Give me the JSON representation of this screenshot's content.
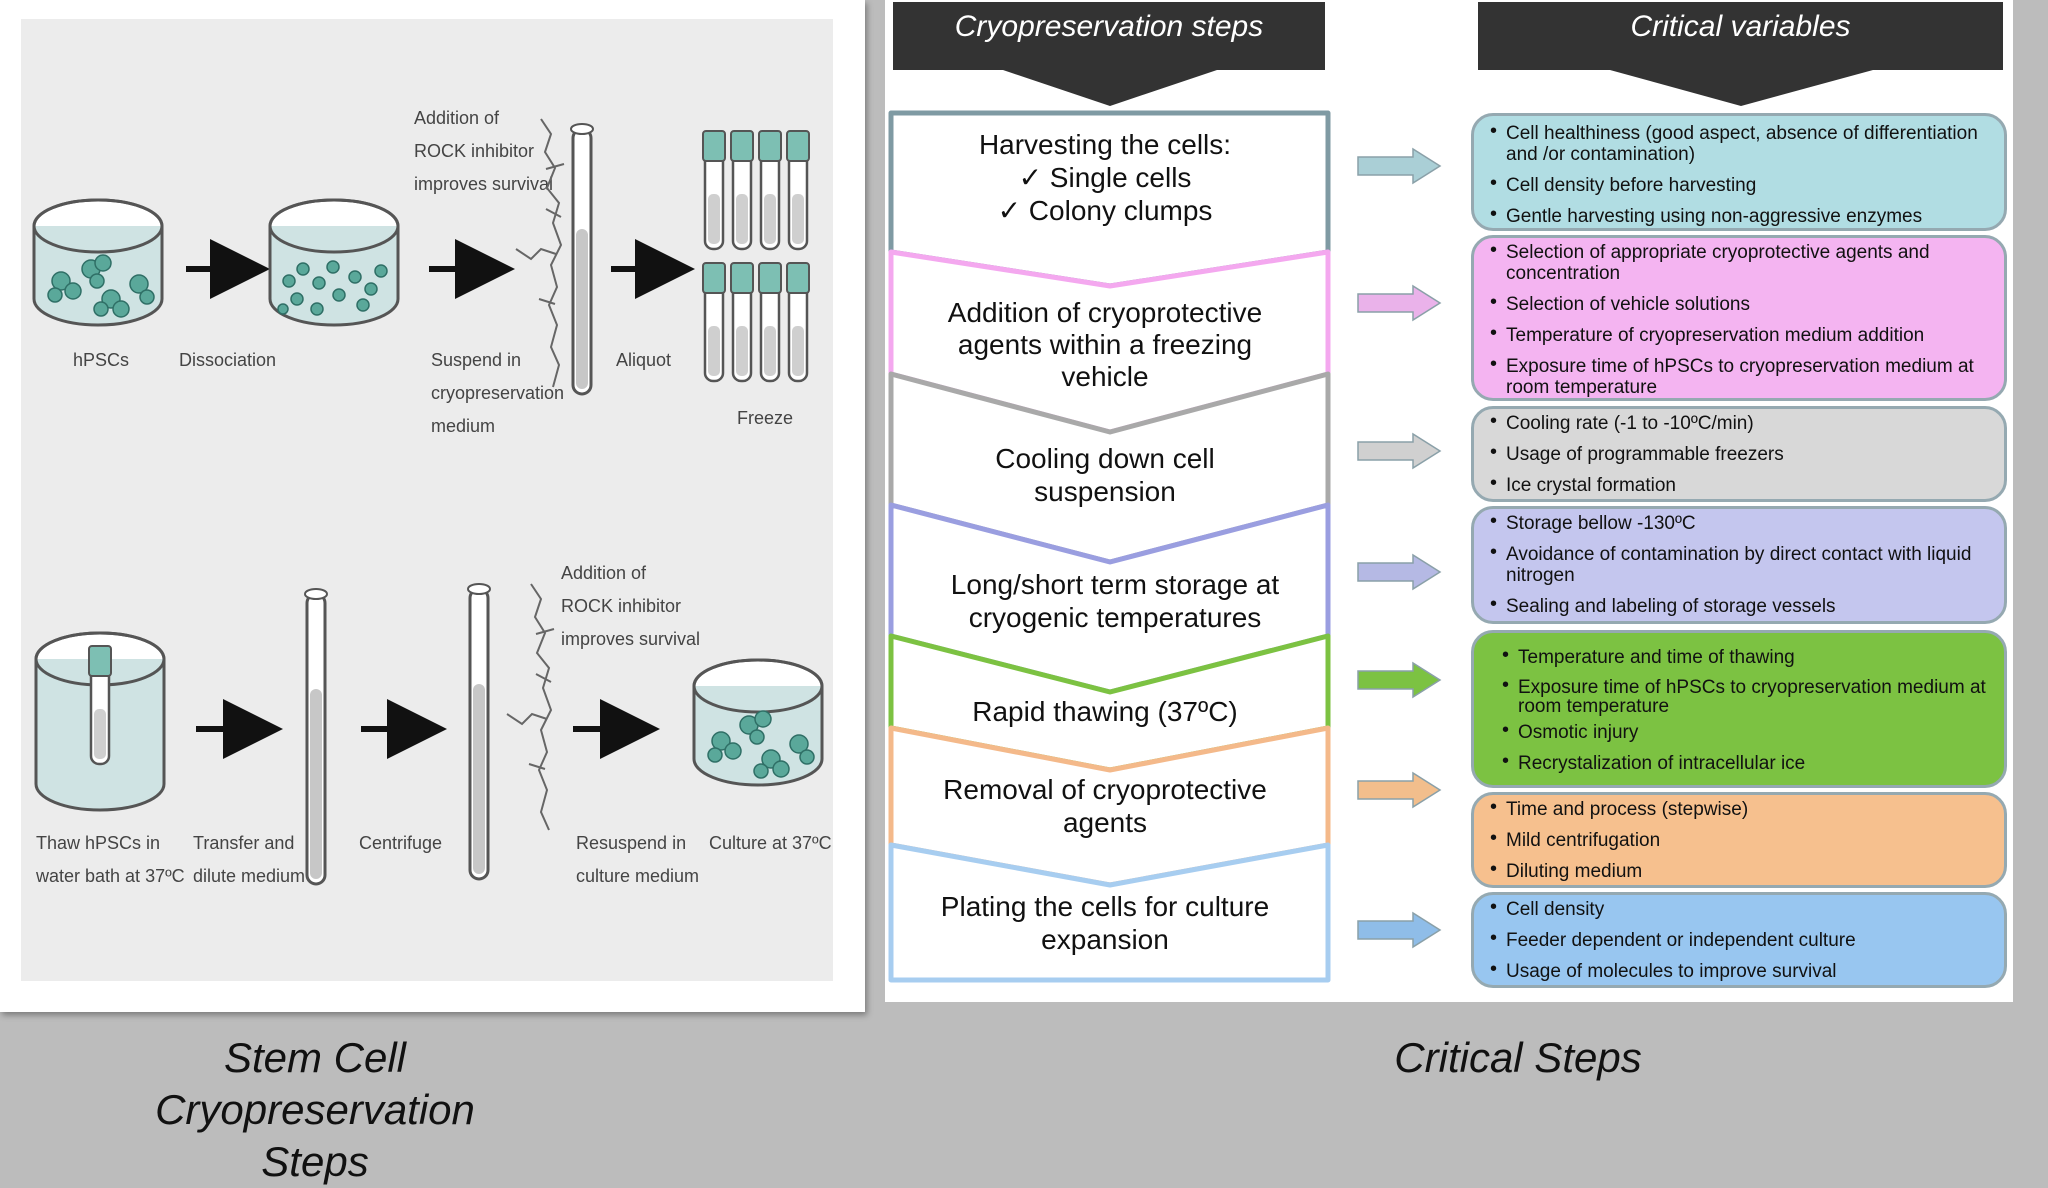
{
  "left_figure": {
    "top_row": {
      "labels": {
        "hpscs": "hPSCs",
        "dissociation": "Dissociation",
        "rock_line1": "Addition of",
        "rock_line2": "ROCK inhibitor",
        "rock_line3": "improves survival",
        "suspend_line1": "Suspend in",
        "suspend_line2": "cryopreservation",
        "suspend_line3": "medium",
        "aliquot": "Aliquot",
        "freeze": "Freeze"
      }
    },
    "bottom_row": {
      "labels": {
        "thaw_line1": "Thaw hPSCs in",
        "thaw_line2": "water bath at 37ºC",
        "transfer_line1": "Transfer and",
        "transfer_line2": "dilute medium",
        "centrifuge": "Centrifuge",
        "rock_line1": "Addition of",
        "rock_line2": "ROCK inhibitor",
        "rock_line3": "improves survival",
        "resuspend_line1": "Resuspend in",
        "resuspend_line2": "culture medium",
        "culture": "Culture at 37ºC"
      }
    },
    "colors": {
      "cell": "#5aa89a",
      "medium": "#cfe3e3",
      "tube_cap": "#7dbfb3"
    }
  },
  "right_panel": {
    "headers": {
      "steps": "Cryopreservation steps",
      "variables": "Critical variables"
    },
    "steps": [
      {
        "lines": [
          "Harvesting the cells:",
          "✓ Single cells",
          "✓ Colony clumps"
        ],
        "color": "#7f9aa3"
      },
      {
        "lines": [
          "Addition of cryoprotective",
          "agents within a freezing",
          "vehicle"
        ],
        "color": "#f4a8ef"
      },
      {
        "lines": [
          "Cooling down cell",
          "suspension"
        ],
        "color": "#a9a9a9"
      },
      {
        "lines": [
          "Long/short term storage at",
          "cryogenic temperatures"
        ],
        "color": "#9a9ee0"
      },
      {
        "lines": [
          "Rapid thawing (37ºC)"
        ],
        "color": "#7cc242"
      },
      {
        "lines": [
          "Removal of cryoprotective",
          "agents"
        ],
        "color": "#f4b98a"
      },
      {
        "lines": [
          "Plating the cells for culture",
          "expansion"
        ],
        "color": "#a7cdf0"
      }
    ],
    "variables": [
      {
        "fill": "#b1dde3",
        "items": [
          "Cell healthiness (good aspect, absence of differentiation and /or contamination)",
          "Cell density before harvesting",
          "Gentle harvesting using non-aggressive enzymes"
        ]
      },
      {
        "fill": "#f4b4f1",
        "items": [
          "Selection of appropriate cryoprotective agents and concentration",
          "Selection of vehicle solutions",
          "Temperature of cryopreservation medium addition",
          "Exposure time of hPSCs to cryopreservation medium at  room temperature"
        ]
      },
      {
        "fill": "#d8d8d8",
        "items": [
          "Cooling rate (-1 to -10ºC/min)",
          "Usage of programmable freezers",
          "Ice crystal formation"
        ]
      },
      {
        "fill": "#c4c6ee",
        "items": [
          "Storage bellow -130ºC",
          "Avoidance of  contamination by direct contact with liquid nitrogen",
          "Sealing and labeling of storage vessels"
        ]
      },
      {
        "fill": "#7cc242",
        "items": [
          "Temperature and time of thawing",
          "Exposure time of hPSCs to cryopreservation medium at room temperature",
          "Osmotic injury",
          "Recrystalization of intracellular ice"
        ]
      },
      {
        "fill": "#f6c08e",
        "items": [
          "Time and process (stepwise)",
          "Mild centrifugation",
          "Diluting medium"
        ]
      },
      {
        "fill": "#98c6f0",
        "items": [
          "Cell density",
          "Feeder dependent or independent culture",
          "Usage of molecules to improve survival"
        ]
      }
    ],
    "arrow_colors": [
      "#aacfd6",
      "#eab2ea",
      "#d0d0d0",
      "#b5b9e4",
      "#7cc242",
      "#f2be8c",
      "#8fbde8"
    ]
  },
  "captions": {
    "left_line1": "Stem Cell",
    "left_line2": "Cryopreservation",
    "left_line3": "Steps",
    "right": "Critical Steps"
  }
}
